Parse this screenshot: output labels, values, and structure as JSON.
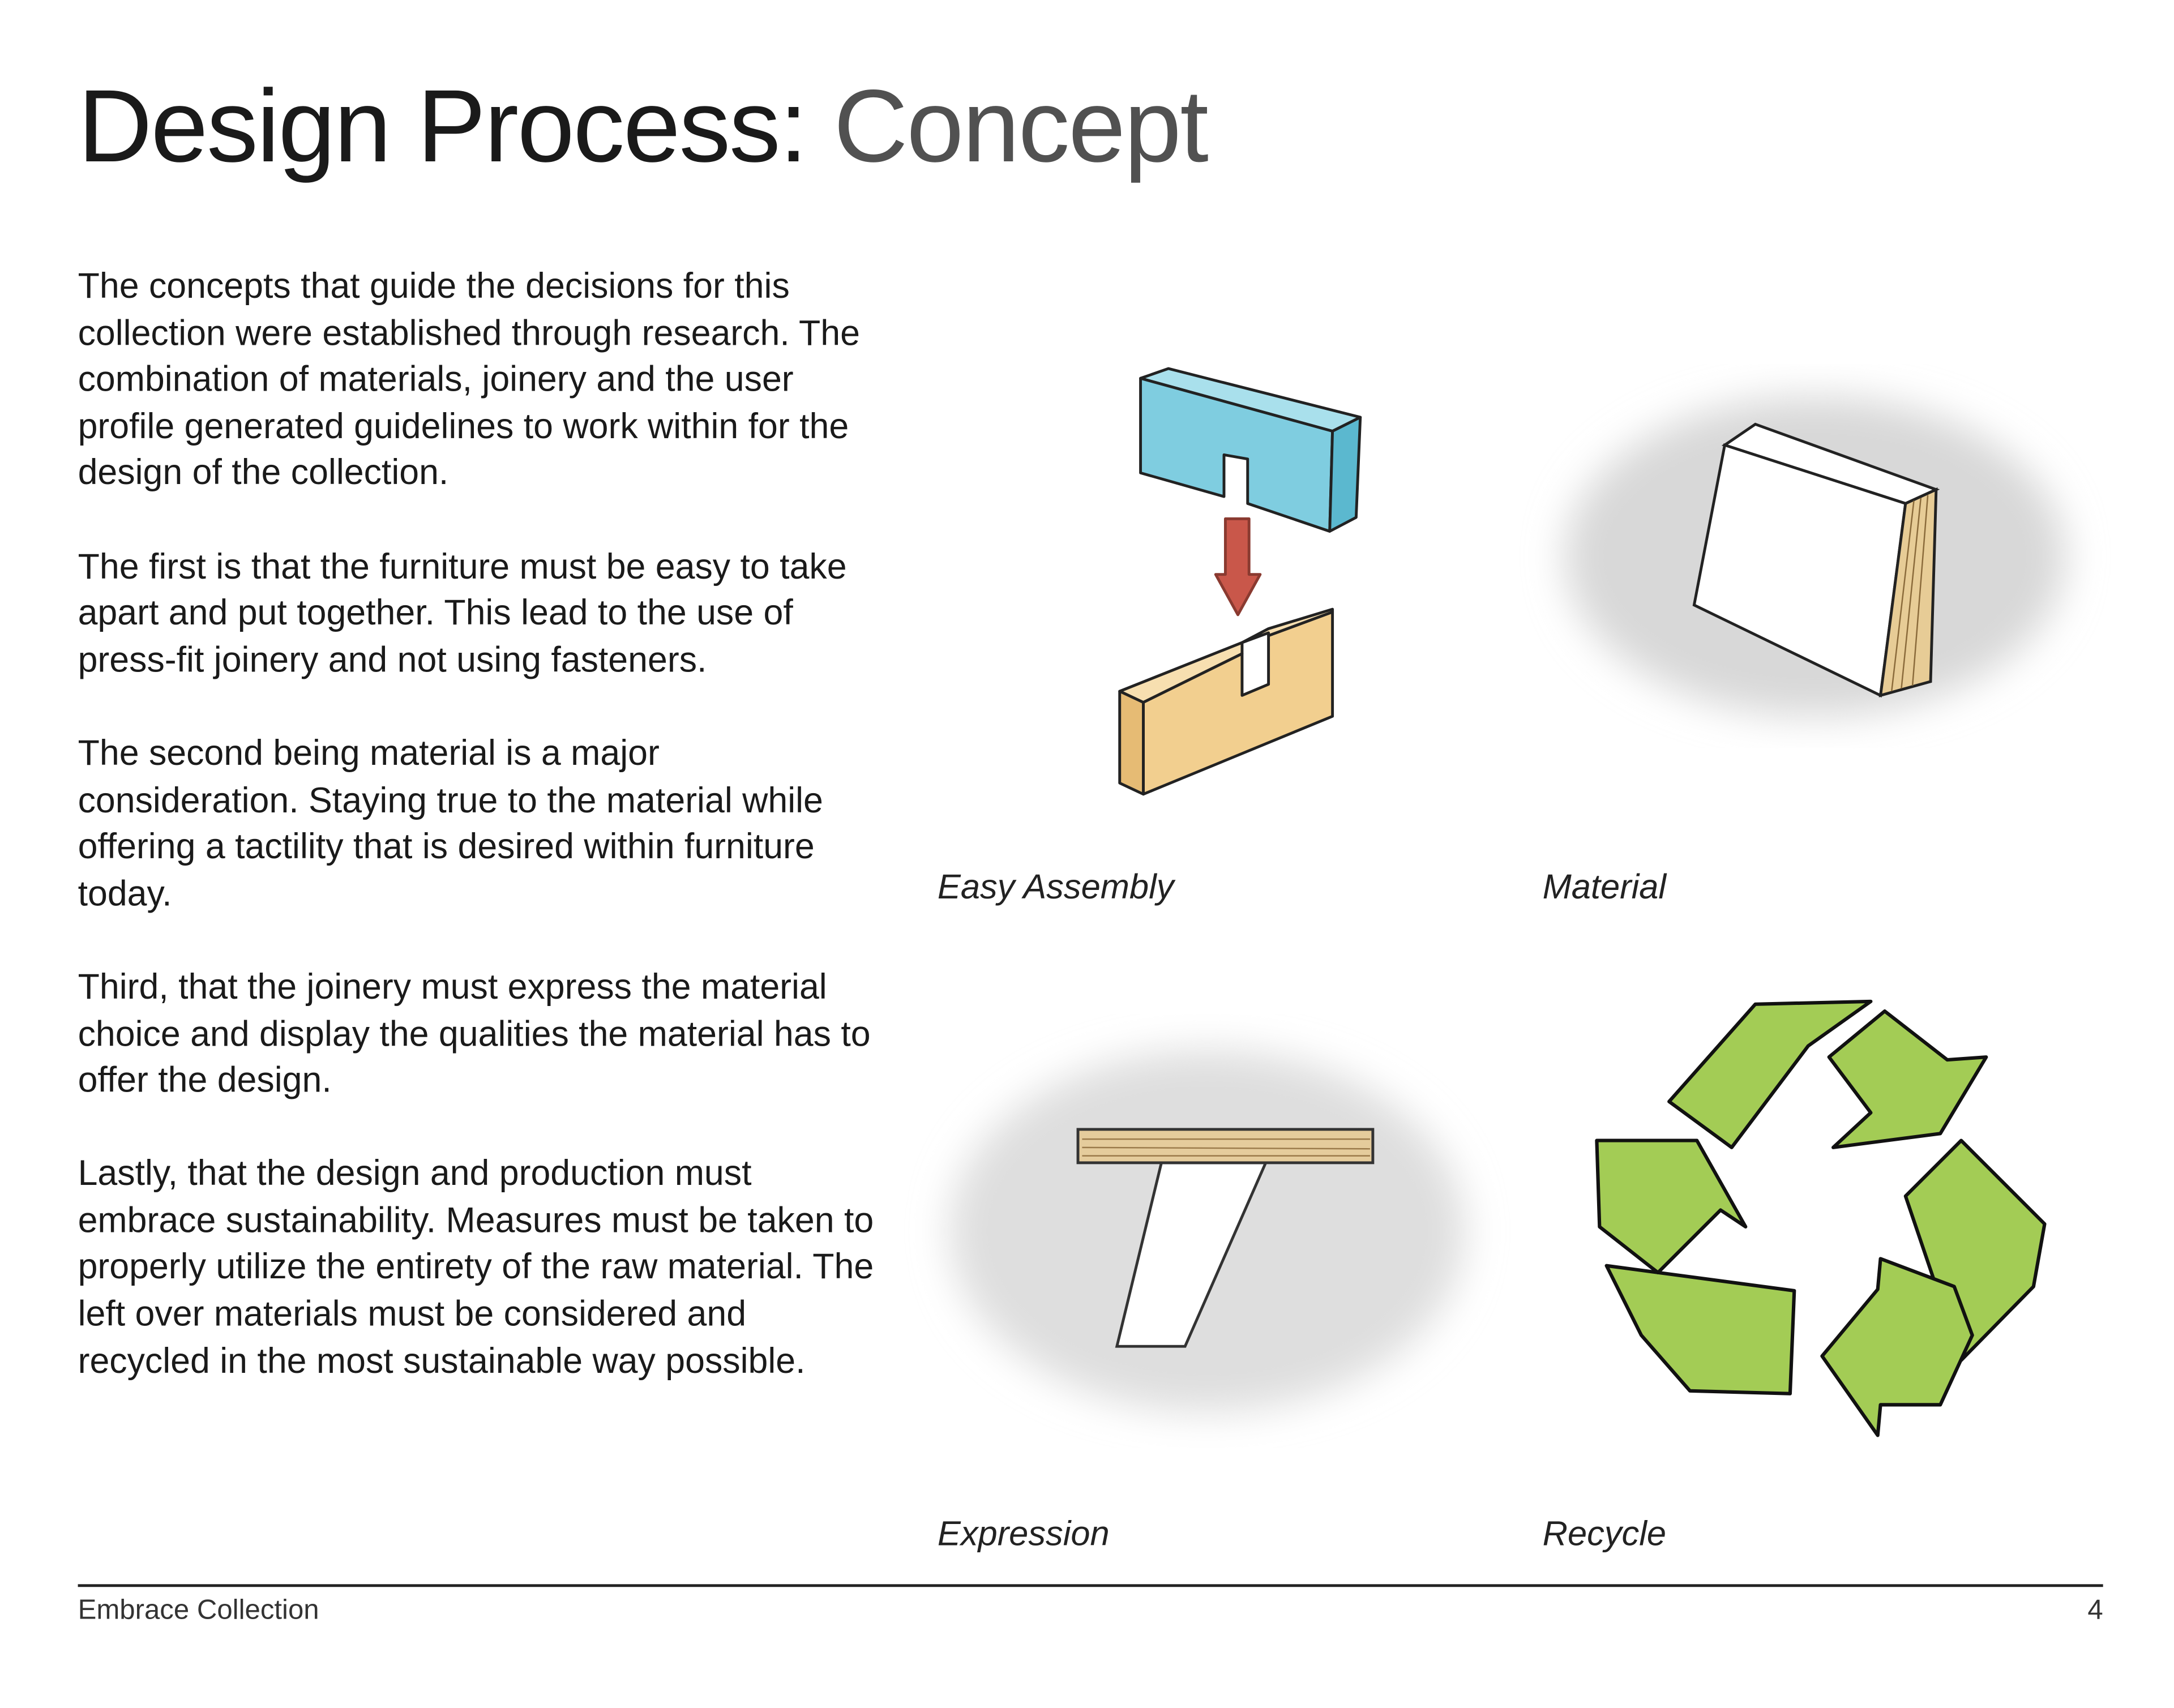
{
  "title": {
    "bold": "Design Process:",
    "light": "Concept"
  },
  "body": [
    "The concepts that guide the decisions for this collection were established through research. The combination of materials, joinery and the user profile generated guidelines to work within for the design of the collection.",
    "The first is that the furniture must be easy to take apart and put together. This lead to the use of press-fit joinery and not using fasteners.",
    "The second being material is a major consideration. Staying true to the material while offering a tactility that is desired within furniture today.",
    "Third, that the joinery must express the material choice and display the qualities the material has to offer the design.",
    "Lastly, that the design and production must embrace sustainability. Measures must be taken to properly utilize the entirety of the raw material. The left over materials must be considered and recycled in the most sustainable way possible."
  ],
  "captions": {
    "easy_assembly": "Easy Assembly",
    "material": "Material",
    "expression": "Expression",
    "recycle": "Recycle"
  },
  "footer": {
    "left": "Embrace Collection",
    "page": "4"
  },
  "colors": {
    "blue": "#7fcde0",
    "wood": "#f2cf8f",
    "arrow": "#c9574a",
    "green": "#a3cc55",
    "shadow": "#dcdcdc"
  }
}
